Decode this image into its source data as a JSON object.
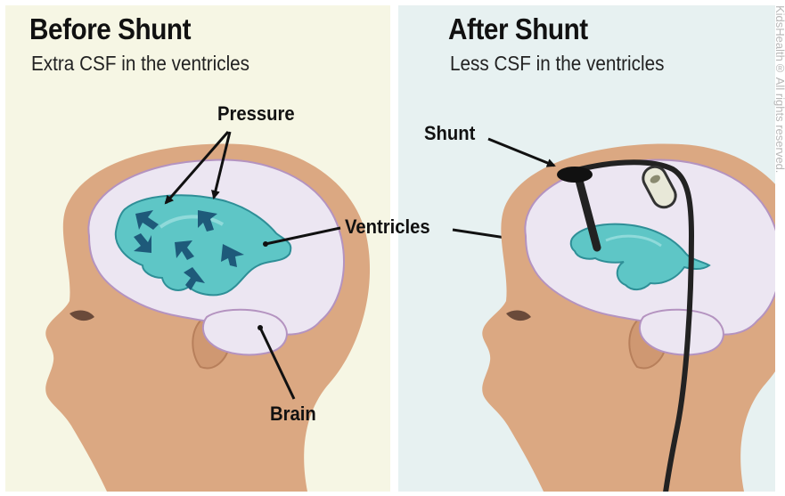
{
  "before": {
    "title": "Before Shunt",
    "subtitle": "Extra CSF in the ventricles"
  },
  "after": {
    "title": "After Shunt",
    "subtitle": "Less CSF in the ventricles"
  },
  "labels": {
    "pressure": "Pressure",
    "ventricles": "Ventricles",
    "brain": "Brain",
    "shunt": "Shunt"
  },
  "copyright": "KidsHealth® All rights reserved.",
  "colors": {
    "left_background": "#f6f6e4",
    "right_background": "#e7f1f1",
    "skin": "#dba882",
    "brain": "#ece6f2",
    "brain_outline": "#b493c0",
    "ventricle": "#5ec6c6",
    "pressure_arrow": "#1e5a7a",
    "shunt_tube": "#222222"
  }
}
